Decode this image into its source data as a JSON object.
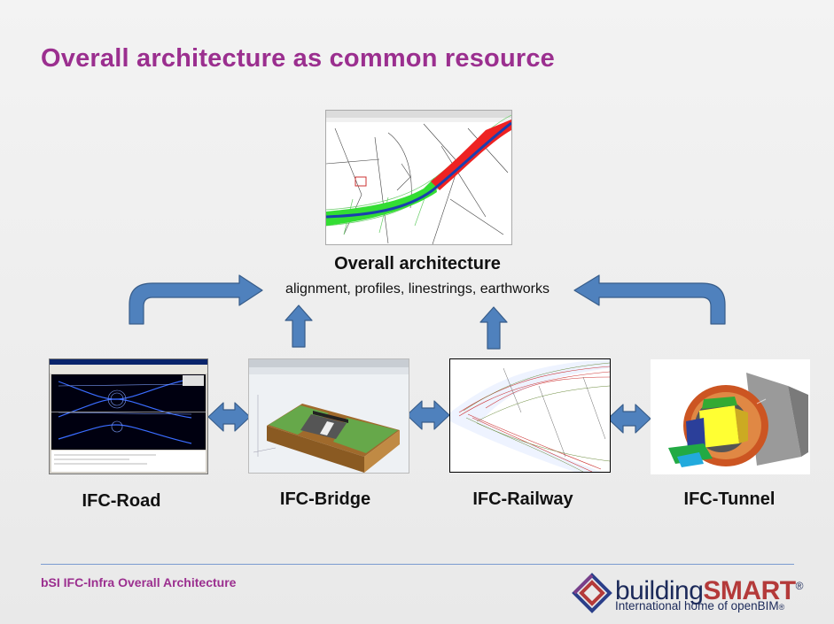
{
  "slide": {
    "title": "Overall architecture as common resource"
  },
  "center": {
    "heading": "Overall architecture",
    "subheading": "alignment, profiles, linestrings, earthworks"
  },
  "modules": [
    {
      "label": "IFC-Road"
    },
    {
      "label": "IFC-Bridge"
    },
    {
      "label": "IFC-Railway"
    },
    {
      "label": "IFC-Tunnel"
    }
  ],
  "footer": {
    "text": "bSI IFC-Infra Overall Architecture",
    "logo_word_a": "building",
    "logo_word_b": "SMART",
    "logo_reg": "®",
    "logo_tagline": "International home of openBIM",
    "logo_tagline_reg": "®"
  },
  "colors": {
    "title": "#9b2f8f",
    "arrow_fill": "#4f81bd",
    "arrow_stroke": "#385d8a",
    "divider": "#7a9bd0"
  },
  "icons": {
    "hero_image": "road-alignment-plan",
    "road_image": "road-cad-screenshot",
    "bridge_image": "bridge-3d-model",
    "rail_image": "railway-alignment-drawing",
    "tunnel_image": "tunnel-3d-model",
    "logo": "buildingsmart-logo"
  }
}
